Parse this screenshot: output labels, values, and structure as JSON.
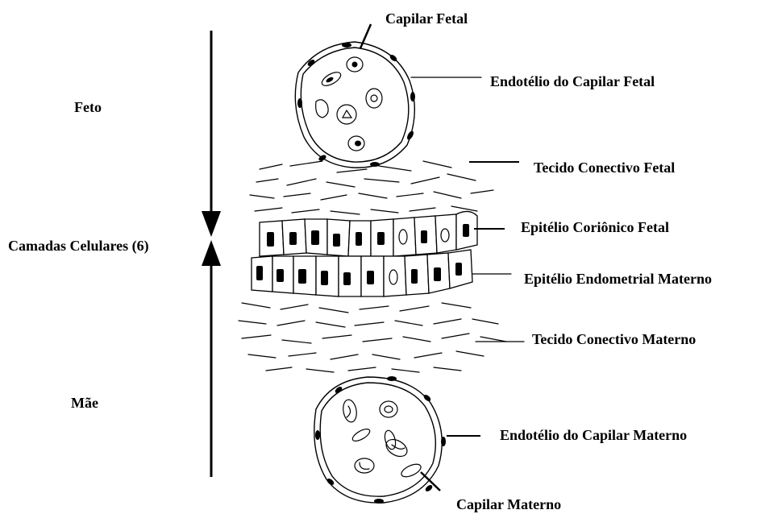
{
  "labels": {
    "capilar_fetal": "Capilar Fetal",
    "endotelio_capilar_fetal": "Endotélio do Capilar Fetal",
    "feto": "Feto",
    "tecido_conectivo_fetal": "Tecido Conectivo Fetal",
    "camadas_celulares": "Camadas Celulares (6)",
    "epitelio_corionico_fetal": "Epitélio Coriônico Fetal",
    "epitelio_endometrial_materno": "Epitélio Endometrial Materno",
    "tecido_conectivo_materno": "Tecido Conectivo Materno",
    "mae": "Mãe",
    "endotelio_capilar_materno": "Endotélio do Capilar Materno",
    "capilar_materno": "Capilar Materno"
  },
  "colors": {
    "ink": "#000000",
    "background": "#ffffff"
  }
}
